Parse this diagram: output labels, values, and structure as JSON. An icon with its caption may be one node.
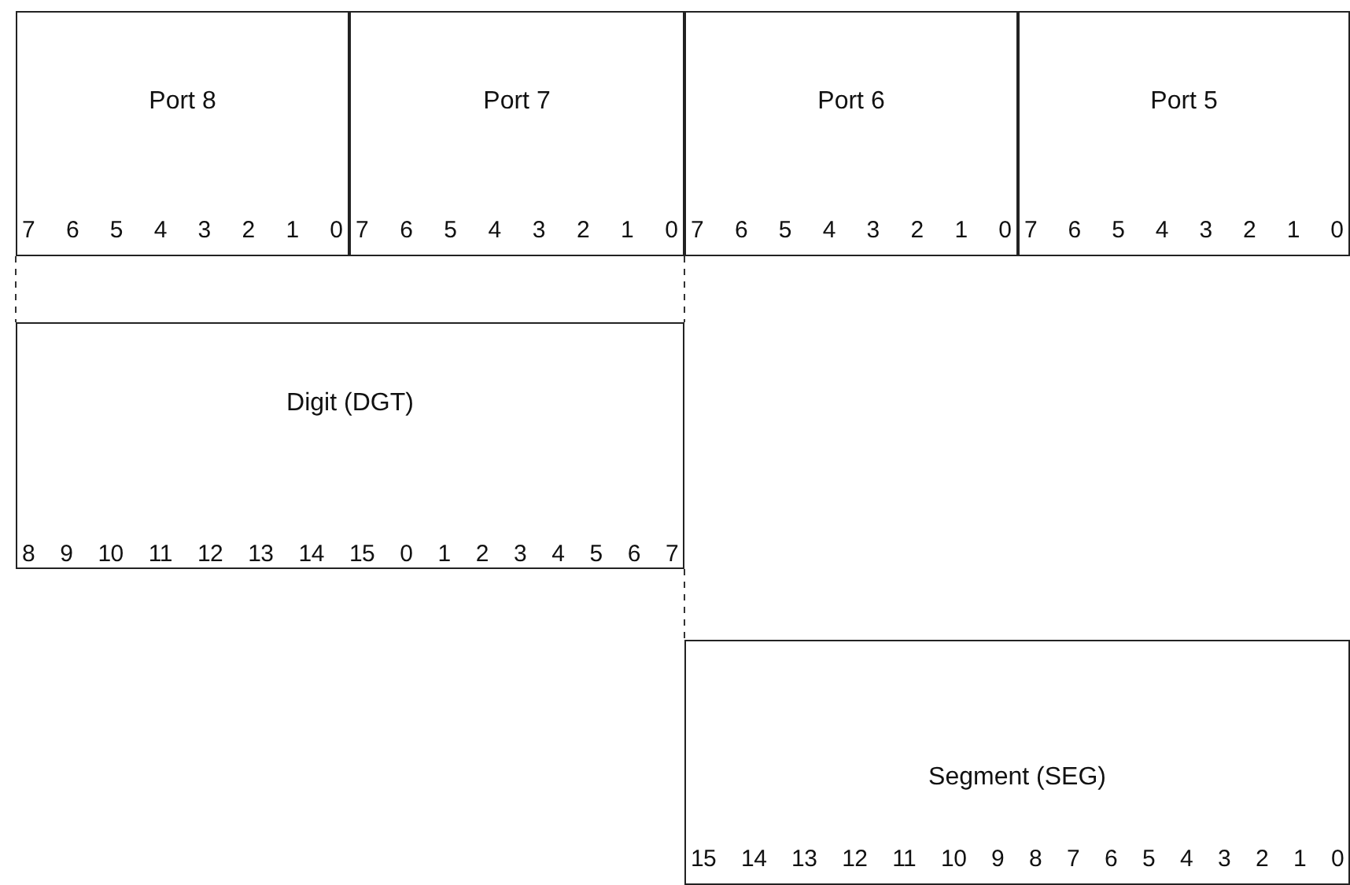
{
  "diagram": {
    "nodes": [
      {
        "text": [
          "Port 8",
          "7 6 5 4 3 2 1 0"
        ]
      },
      {
        "text": [
          "Port 7",
          "7 6 5 4 3 2 1 0"
        ]
      },
      {
        "text": [
          "Port 6",
          "7 6 5 4 3 2 1 0"
        ]
      },
      {
        "text": [
          "Port 5",
          "7 6 5 4 3 2 1 0"
        ]
      },
      {
        "text": [
          "Digit (DGT)",
          "8 9 10 11 12 13 14 15 0 1 2 3 4 5 6 7"
        ]
      },
      {
        "text": [
          "Segment (SEG)",
          "15 14 13 12 11 10 9 8 7 6 5 4 3 2 1 0"
        ]
      }
    ],
    "edges": [
      {
        "from": 0,
        "to": 4,
        "arrow": "none",
        "style": "dashed"
      },
      {
        "from": 1,
        "to": 4,
        "arrow": "none",
        "style": "dashed"
      },
      {
        "from": 4,
        "to": 5,
        "arrow": "none",
        "style": "dashed"
      }
    ]
  }
}
